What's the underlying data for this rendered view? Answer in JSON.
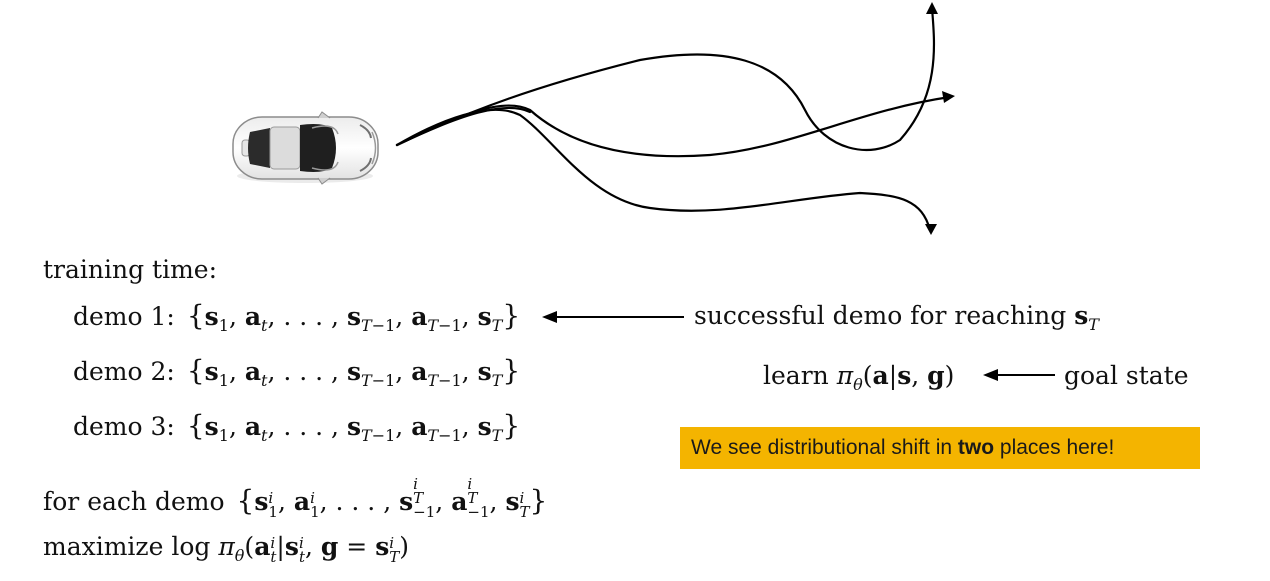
{
  "colors": {
    "highlight_background": "#f4b400",
    "text": "#111111",
    "trajectory_stroke": "#000000"
  },
  "icons": {
    "car": "car-top-view-icon"
  },
  "labels": {
    "training_time": "training time:",
    "demo_1": "demo 1:",
    "demo_2": "demo 2:",
    "demo_3": "demo 3:",
    "for_each_demo": "for each demo",
    "maximize": "maximize",
    "log": "log",
    "successful_demo_text": "successful demo for reaching",
    "learn": "learn",
    "goal_state": "goal state"
  },
  "highlight": {
    "prefix": "We see distributional shift in ",
    "bold": "two",
    "suffix": " places here!"
  }
}
